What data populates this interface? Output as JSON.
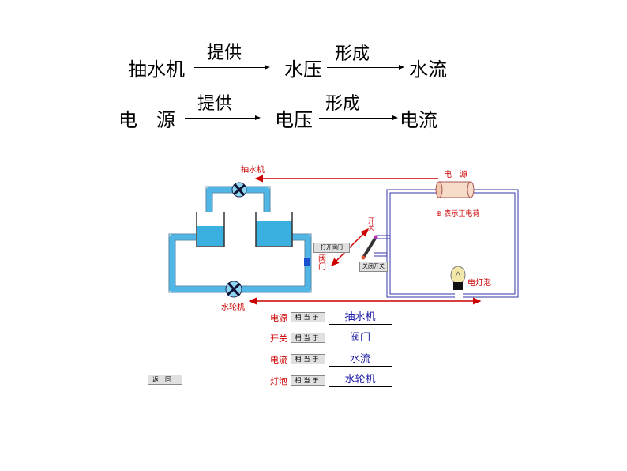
{
  "analogy": {
    "row1": {
      "a": "抽水机",
      "arrow1": "提供",
      "b": "水压",
      "arrow2": "形成",
      "c": "水流"
    },
    "row2": {
      "a": "电　源",
      "arrow1": "提供",
      "b": "电压",
      "arrow2": "形成",
      "c": "电流"
    }
  },
  "diagram": {
    "pump_label": "抽水机",
    "source_label": "电　源",
    "charge_note": "⊕ 表示正电荷",
    "switch_label": "开关",
    "valve_label": "阀门",
    "open_valve_button": "打开阀门",
    "close_switch_button": "关闭开关",
    "wheel_label": "水轮机",
    "bulb_label": "电灯泡"
  },
  "table": {
    "equiv_button": "相当于",
    "rows": [
      {
        "term": "电源",
        "answer": "抽水机"
      },
      {
        "term": "开关",
        "answer": "阀门"
      },
      {
        "term": "电流",
        "answer": "水流"
      },
      {
        "term": "灯泡",
        "answer": "水轮机"
      }
    ]
  },
  "back_button": "返回",
  "colors": {
    "water": "#3ab0e0",
    "pipe": "#4fb6e6",
    "wire": "#3333aa",
    "red": "#cc0000"
  }
}
